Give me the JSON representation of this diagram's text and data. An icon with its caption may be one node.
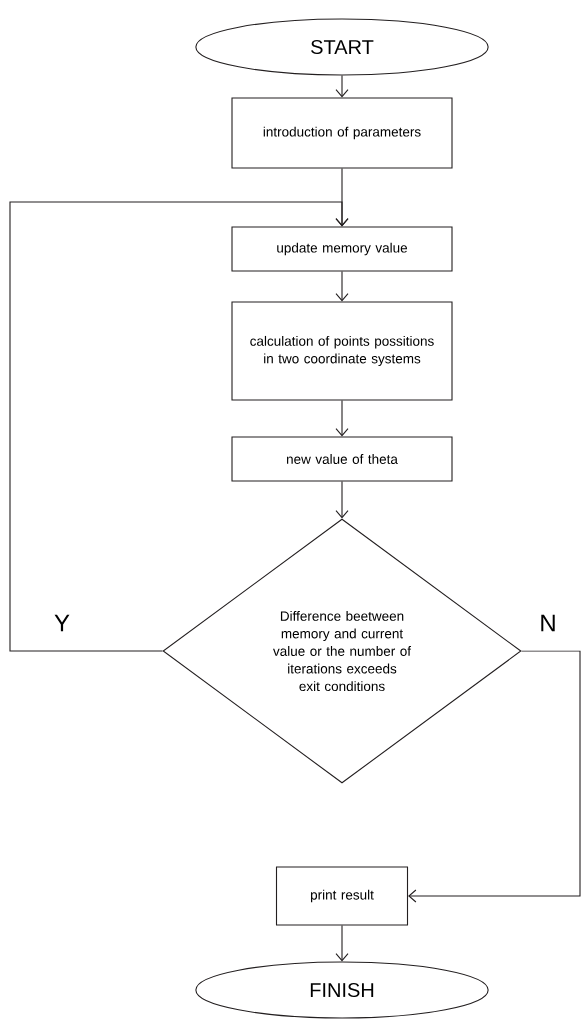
{
  "diagram": {
    "nodes": [
      {
        "text": [
          "START"
        ]
      },
      {
        "text": [
          "introduction of parameters"
        ]
      },
      {
        "text": [
          "update memory value"
        ]
      },
      {
        "text": [
          "calculation of points possitions in two coordinate systems"
        ]
      },
      {
        "text": [
          "new value of theta"
        ]
      },
      {
        "text": [
          "Difference beetween memory and current value or the number of iterations exceeds exit conditions"
        ]
      },
      {
        "text": [
          "print result"
        ]
      },
      {
        "text": [
          "FINISH"
        ]
      }
    ],
    "edges": [
      {
        "from": 0,
        "to": 1,
        "arrow": "to"
      },
      {
        "from": 1,
        "to": 2,
        "arrow": "to"
      },
      {
        "from": 2,
        "to": 3,
        "arrow": "to"
      },
      {
        "from": 3,
        "to": 4,
        "arrow": "to"
      },
      {
        "from": 4,
        "to": 5,
        "arrow": "to"
      },
      {
        "from": 5,
        "to": 2,
        "arrow": "to",
        "label": "Y"
      },
      {
        "from": 5,
        "to": 6,
        "arrow": "to",
        "label": "N"
      },
      {
        "from": 6,
        "to": 7,
        "arrow": "to"
      }
    ]
  }
}
